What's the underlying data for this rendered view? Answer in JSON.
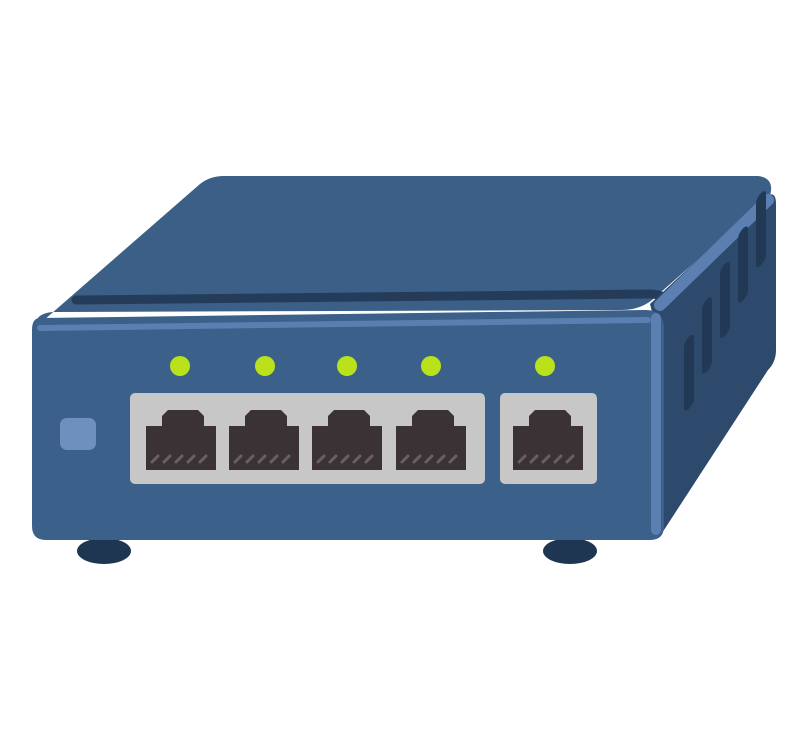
{
  "illustration": {
    "subject": "network-switch",
    "port_count": 5,
    "uplink_port_count": 1,
    "vent_count": 5,
    "colors": {
      "background": "#ffffff",
      "top_face": "#3b5f86",
      "front_face": "#3b6089",
      "side_face": "#2d4a6c",
      "edge_highlight": "#5a7fb0",
      "dark_groove": "#243c5a",
      "vent": "#213955",
      "foot": "#1f3653",
      "led": "#b9e21b",
      "port_frame": "#c7c7c7",
      "port_body": "#3a3234",
      "port_stripe": "#6a6062",
      "indicator": "#6e90bf"
    }
  }
}
